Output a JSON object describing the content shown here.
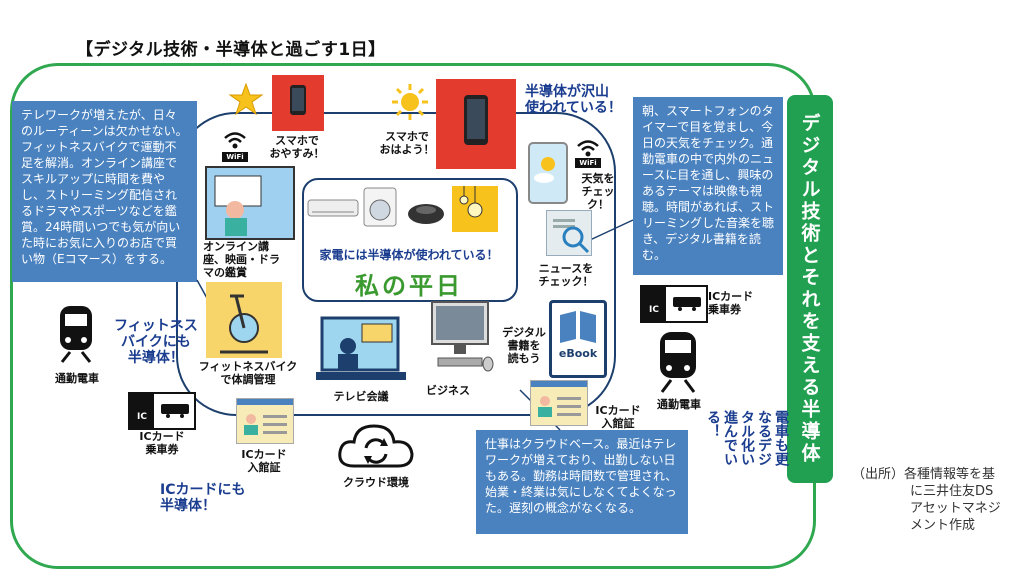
{
  "title": "【デジタル技術・半導体と過ごす1日】",
  "sidebar_text": "デジタル技術とそれを支える半導体",
  "notes": {
    "left": "テレワークが増えたが、日々のルーティーンは欠かせない。フィットネスバイクで運動不足を解消。オンライン講座でスキルアップに時間を費やし、ストリーミング配信されるドラマやスポーツなどを鑑賞。24時間いつでも気が向いた時にお気に入りのお店で買い物（Eコマース）をする。",
    "right": "朝、スマートフォンのタイマーで目を覚まし、今日の天気をチェック。通勤電車の中で内外のニュースに目を通し、興味のあるテーマは映像も視聴。時間があれば、ストリーミングした音楽を聴き、デジタル書籍を読む。",
    "bottom": "仕事はクラウドベース。最近はテレワークが増えており、出勤しない日もある。勤務は時間数で管理され、始業・終業は気にしなくてよくなった。遅刻の概念がなくなる。"
  },
  "center": {
    "caption": "家電には半導体が使われている！",
    "main": "私の平日"
  },
  "labels": {
    "phone_night": "スマホで\nおやすみ！",
    "phone_morning": "スマホで\nおはよう！",
    "semis_many": "半導体が沢山\n使われている！",
    "weather": "天気を\nチェック！",
    "news": "ニュースを\nチェック！",
    "online": "オンライン講\n座、映画・ドラ\nマの鑑賞",
    "bike": "フィットネスバイク\nで体調管理",
    "tv_meeting": "テレビ会議",
    "business": "ビジネス",
    "ebook_read": "デジタル\n書籍を\n読もう",
    "ebook": "eBook",
    "cloud": "クラウド環境",
    "ic_card_left": "ICカード\n乗車券",
    "ic_card_right": "ICカード\n乗車券",
    "train_left": "通勤電車",
    "train_right": "通勤電車",
    "id_card_left": "ICカード\n入館証",
    "id_card_right": "ICカード\n入館証",
    "wifi": "WiFi",
    "ic": "IC"
  },
  "highlights": {
    "bike_semis": "フィットネス\nバイクにも\n半導体！",
    "ic_semis": "ICカードにも\n半導体！",
    "trains_digital": "電車も更\nなるデジ\nタル化い\n進んでい\nる！"
  },
  "source": {
    "line1": "（出所）各種情報等を基",
    "line2": "に三井住友DS\nアセットマネジ\nメント作成"
  },
  "colors": {
    "frame_green": "#2fa84f",
    "sidebar_green": "#20a050",
    "note_blue": "#4a82c0",
    "highlight_navy": "#1b3d8f",
    "phone_red": "#e33b2e",
    "sun_yellow": "#f7c21c"
  }
}
